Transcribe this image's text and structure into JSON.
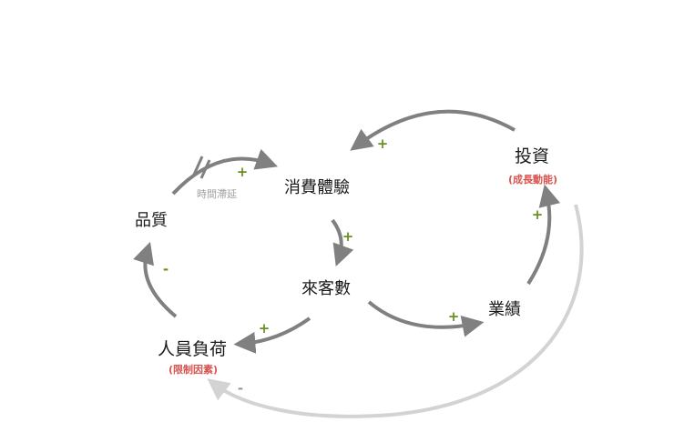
{
  "nodes": {
    "experience": "消費體驗",
    "visitors": "來客數",
    "performance": "業績",
    "investment": "投資",
    "investment_note": "(成長動能)",
    "quality": "品質",
    "staff_load": "人員負荷",
    "staff_load_note": "(限制因素)"
  },
  "annotations": {
    "time_delay": "時間滯延"
  },
  "signs": {
    "investment_to_experience": "+",
    "experience_to_visitors": "+",
    "visitors_to_performance": "+",
    "performance_to_investment": "+",
    "visitors_to_staff_load": "+",
    "staff_load_to_quality": "-",
    "quality_to_experience": "+",
    "investment_to_staff_load": "-"
  },
  "colors": {
    "arrow": "#808080",
    "arrow_light": "#d3d3d3",
    "positive_sign": "#6b8e23",
    "constraint_note": "#d9534f",
    "delay_note": "#a0a0a0"
  }
}
